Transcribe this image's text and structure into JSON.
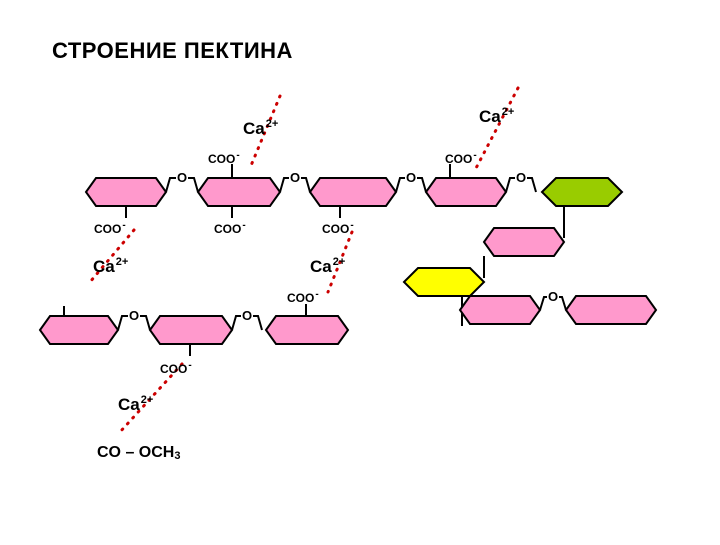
{
  "title": "СТРОЕНИЕ  ПЕКТИНА",
  "labels": {
    "ca": "Ca",
    "ca_charge": "2+",
    "coo": "COO",
    "coo_charge": "-",
    "oxygen": "O",
    "ester_main": "CO – OCH",
    "ester_sub": "3"
  },
  "colors": {
    "galacturonic": "#ff99cc",
    "green_sugar": "#99cc00",
    "yellow_sugar": "#ffff00",
    "outline": "#000000",
    "calcium_bridge": "#cc0000"
  }
}
